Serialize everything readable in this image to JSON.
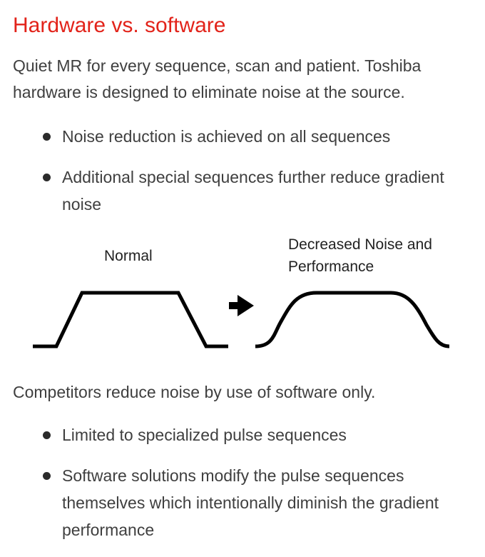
{
  "title": "Hardware vs. software",
  "intro": "Quiet MR for every sequence, scan and patient. Toshiba hardware is designed to eliminate noise at the source.",
  "hardware_bullets": [
    "Noise reduction is achieved on all sequences",
    "Additional special sequences further reduce gradient noise"
  ],
  "diagram": {
    "normal_label": "Normal",
    "decreased_label": "Decreased Noise and Performance"
  },
  "competitors": "Competitors reduce noise by use of software only.",
  "software_bullets": [
    "Limited to specialized pulse sequences",
    "Software solutions modify the pulse sequences themselves which intentionally diminish the gradient performance"
  ]
}
